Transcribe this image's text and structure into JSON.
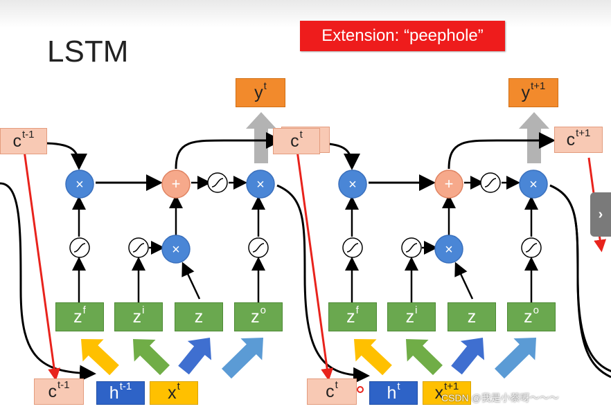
{
  "title": "LSTM",
  "banner": "Extension: “peephole”",
  "watermark": "CSDN @我是小蔡呀～～～",
  "next_button": "›",
  "colors": {
    "peach": "#f8c9b4",
    "orange": "#f28a2c",
    "green": "#6aa84f",
    "blue_node": "#4a86d6",
    "plus_node": "#f6a98b",
    "red_line": "#e8231c",
    "banner": "#ee1c1c"
  },
  "operators": {
    "multiply": "×",
    "add": "+"
  },
  "cells": [
    {
      "c_prev": {
        "base": "c",
        "sup": "t-1"
      },
      "y_out": {
        "base": "y",
        "sup": "t"
      },
      "c_next": {
        "base": "c",
        "sup": "t"
      },
      "gates": [
        {
          "base": "z",
          "sup": "f"
        },
        {
          "base": "z",
          "sup": "i"
        },
        {
          "base": "z",
          "sup": ""
        },
        {
          "base": "z",
          "sup": "o"
        }
      ],
      "inputs": {
        "c": {
          "base": "c",
          "sup": "t-1"
        },
        "h": {
          "base": "h",
          "sup": "t-1"
        },
        "x": {
          "base": "x",
          "sup": "t"
        }
      }
    },
    {
      "c_prev": {
        "base": "c",
        "sup": "t"
      },
      "y_out": {
        "base": "y",
        "sup": "t+1"
      },
      "c_next": {
        "base": "c",
        "sup": "t+1"
      },
      "gates": [
        {
          "base": "z",
          "sup": "f"
        },
        {
          "base": "z",
          "sup": "i"
        },
        {
          "base": "z",
          "sup": ""
        },
        {
          "base": "z",
          "sup": "o"
        }
      ],
      "inputs": {
        "c": {
          "base": "c",
          "sup": "t"
        },
        "h": {
          "base": "h",
          "sup": "t"
        },
        "x": {
          "base": "x",
          "sup": "t+1"
        }
      }
    }
  ]
}
